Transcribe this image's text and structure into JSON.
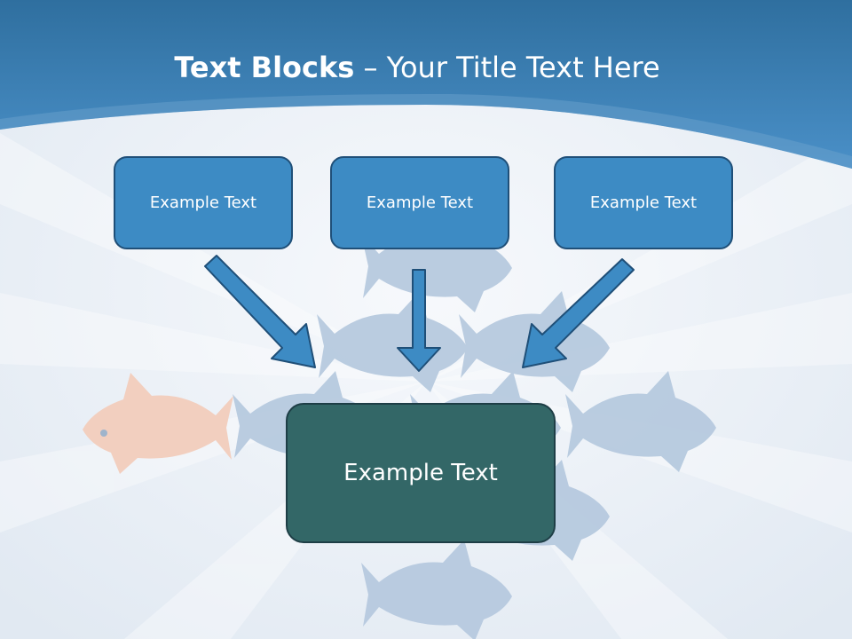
{
  "title": {
    "bold": "Text Blocks",
    "dash": " – ",
    "rest": "Your Title Text Here"
  },
  "blocks": [
    {
      "label": "Example Text"
    },
    {
      "label": "Example Text"
    },
    {
      "label": "Example Text"
    }
  ],
  "result": {
    "label": "Example Text"
  },
  "colors": {
    "header": "#3a7fb5",
    "box_fill": "#3d8bc4",
    "box_border": "#1f4f78",
    "result_fill": "#336767",
    "arrow": "#3d8bc4",
    "fish_blue": "#b6c9de",
    "fish_orange": "#f0cdbd"
  }
}
